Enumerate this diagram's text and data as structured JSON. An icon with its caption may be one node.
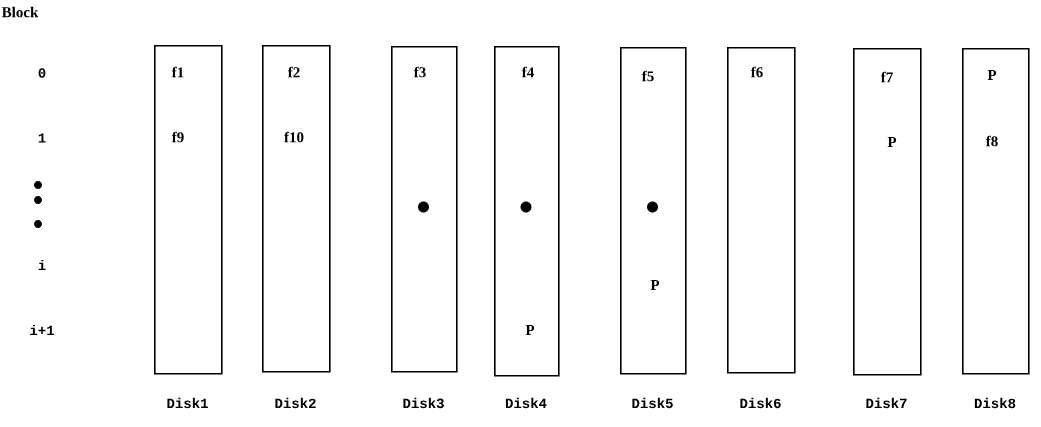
{
  "diagram": {
    "nodes": [
      {
        "text": [
          "f1",
          "f9"
        ],
        "beside": [
          "Disk1"
        ]
      },
      {
        "text": [
          "f2",
          "f10"
        ],
        "beside": [
          "Disk2"
        ]
      },
      {
        "text": [
          "f3"
        ],
        "beside": [
          "Disk3"
        ]
      },
      {
        "text": [
          "f4",
          "P"
        ],
        "beside": [
          "Disk4"
        ]
      },
      {
        "text": [
          "f5",
          "P"
        ],
        "beside": [
          "Disk5"
        ]
      },
      {
        "text": [
          "f6"
        ],
        "beside": [
          "Disk6"
        ]
      },
      {
        "text": [
          "f7",
          "P"
        ],
        "beside": [
          "Disk7"
        ]
      },
      {
        "text": [
          "P",
          "f8"
        ],
        "beside": [
          "Disk8"
        ]
      }
    ],
    "labels": [
      "Block",
      "0",
      "1",
      "i",
      "i+1"
    ]
  }
}
